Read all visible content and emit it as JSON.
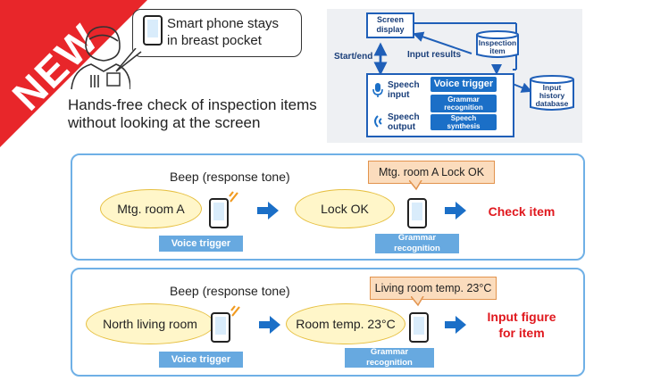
{
  "badge": {
    "label": "NEW"
  },
  "intro": {
    "callout": [
      "Smart phone stays",
      "in breast pocket"
    ],
    "headline": [
      "Hands-free check of inspection items",
      "without looking at the screen"
    ]
  },
  "diagram": {
    "screen_display": [
      "Screen",
      "display"
    ],
    "start_end": "Start/end",
    "input_results": "Input results",
    "inspection_item": [
      "Inspection",
      "item"
    ],
    "speech_input": [
      "Speech",
      "input"
    ],
    "speech_output": [
      "Speech",
      "output"
    ],
    "voice_trigger": "Voice trigger",
    "grammar_recognition": [
      "Grammar",
      "recognition"
    ],
    "speech_synthesis": [
      "Speech",
      "synthesis"
    ],
    "input_history_db": [
      "Input",
      "history",
      "database"
    ]
  },
  "rows": [
    {
      "beep": "Beep (response tone)",
      "spoken": "Mtg. room A",
      "reply": "Lock OK",
      "confirm": "Mtg. room A Lock OK",
      "trigger_tag": "Voice trigger",
      "grammar_tag": [
        "Grammar",
        "recognition"
      ],
      "result": [
        "Check item"
      ]
    },
    {
      "beep": "Beep (response tone)",
      "spoken": "North living room",
      "reply": "Room temp. 23°C",
      "confirm": "Living room temp. 23°C",
      "trigger_tag": "Voice trigger",
      "grammar_tag": [
        "Grammar",
        "recognition"
      ],
      "result": [
        "Input figure",
        "for item"
      ]
    }
  ],
  "colors": {
    "accent_red": "#e0181e",
    "badge_red": "#e8262a",
    "blue": "#1b6fc7",
    "light_blue": "#67a9e0"
  }
}
